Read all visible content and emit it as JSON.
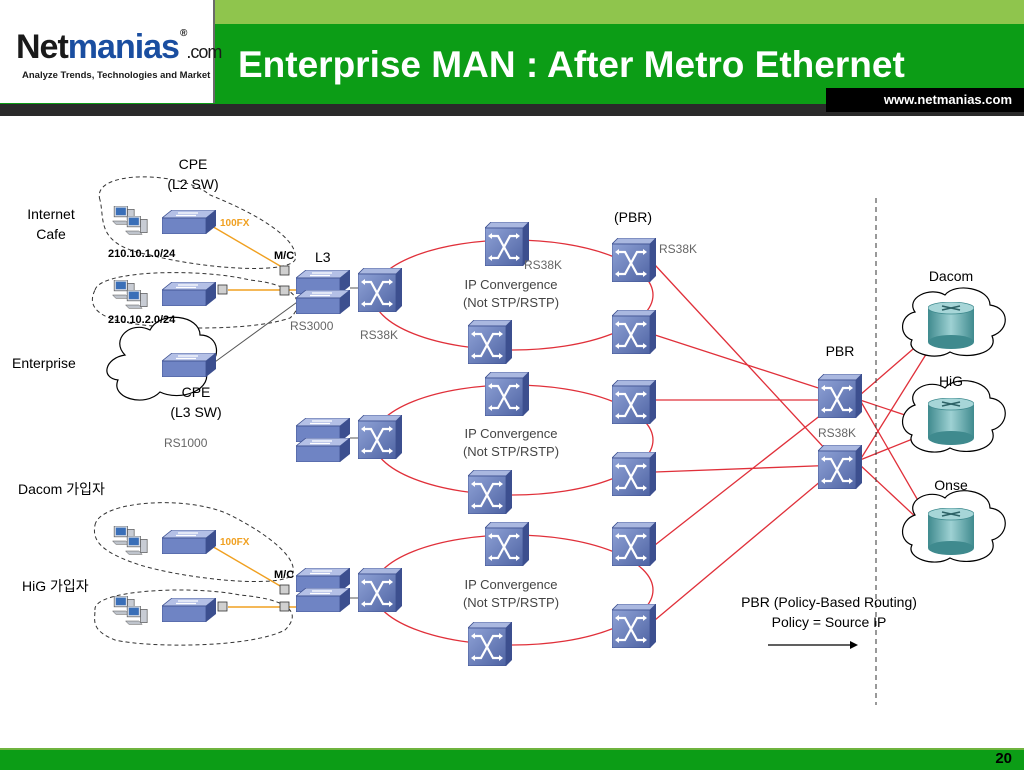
{
  "header": {
    "logo": {
      "net": "Net",
      "manias": "manias",
      "reg": "®",
      "com": ".com",
      "tagline": "Analyze Trends, Technologies and Market"
    },
    "title": "Enterprise MAN : After Metro Ethernet",
    "url": "www.netmanias.com"
  },
  "diagram": {
    "cpe_l2_line1": "CPE",
    "cpe_l2_line2": "(L2 SW)",
    "internet_cafe_line1": "Internet",
    "internet_cafe_line2": "Cafe",
    "subnet_1": "210.10.1.0/24",
    "subnet_2": "210.10.2.0/24",
    "fx_1": "100FX",
    "fx_2": "100FX",
    "mc_1": "M/C",
    "mc_2": "M/C",
    "l3": "L3",
    "rs3000": "RS3000",
    "enterprise": "Enterprise",
    "cpe_l3_line1": "CPE",
    "cpe_l3_line2": "(L3 SW)",
    "rs1000": "RS1000",
    "dacom_subscriber": "Dacom 가입자",
    "hig_subscriber": "HiG 가입자",
    "rs38k_left": "RS38K",
    "rs38k_ring1": "RS38K",
    "rs38k_top": "RS38K",
    "pbr_paren": "(PBR)",
    "ring1_line1": "IP Convergence",
    "ring1_line2": "(Not STP/RSTP)",
    "ring2_line1": "IP Convergence",
    "ring2_line2": "(Not STP/RSTP)",
    "ring3_line1": "IP Convergence",
    "ring3_line2": "(Not STP/RSTP)",
    "pbr": "PBR",
    "rs38k_pbr": "RS38K",
    "dacom": "Dacom",
    "hig": "HiG",
    "onse": "Onse",
    "pbr_note_line1": "PBR (Policy-Based Routing)",
    "pbr_note_line2": "Policy = Source IP"
  },
  "icons": {
    "router_switch": "router-switch-icon",
    "l2_switch": "l2-switch-icon",
    "pc": "pc-icon",
    "isp_router": "isp-router-icon",
    "cloud": "cloud-icon",
    "media_converter": "media-converter-icon"
  },
  "colors": {
    "header_green": "#0c9d16",
    "header_light_green": "#8fc54d",
    "link_red": "#e0303a",
    "fiber_orange": "#f0a020",
    "device_blue": "#5a6fb0"
  },
  "footer": {
    "page": "20"
  }
}
